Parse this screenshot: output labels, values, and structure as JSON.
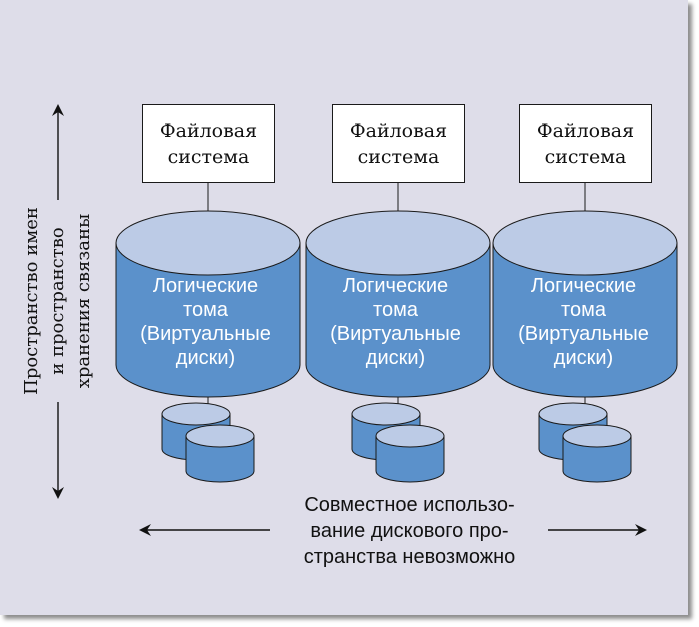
{
  "diagram": {
    "colors": {
      "background": "#dedde9",
      "cylinder_body": "#5b91cb",
      "cylinder_top": "#bccbe6",
      "box_fill": "#ffffff",
      "line": "#1a1a1a"
    },
    "stacks": [
      {
        "file_system": {
          "line1": "Файловая",
          "line2": "система"
        },
        "logical_volume": {
          "line1": "Логические",
          "line2": "тома",
          "line3": "(Виртуальные",
          "line4": "диски)"
        },
        "physical_disks": 2
      },
      {
        "file_system": {
          "line1": "Файловая",
          "line2": "система"
        },
        "logical_volume": {
          "line1": "Логические",
          "line2": "тома",
          "line3": "(Виртуальные",
          "line4": "диски)"
        },
        "physical_disks": 2
      },
      {
        "file_system": {
          "line1": "Файловая",
          "line2": "система"
        },
        "logical_volume": {
          "line1": "Логические",
          "line2": "тома",
          "line3": "(Виртуальные",
          "line4": "диски)"
        },
        "physical_disks": 2
      }
    ],
    "vertical_axis": {
      "line1": "Пространство имен",
      "line2": "и пространство",
      "line3": "хранения связаны"
    },
    "horizontal_axis": {
      "line1": "Совместное использо-",
      "line2": "вание дискового про-",
      "line3": "странства невозможно"
    }
  }
}
